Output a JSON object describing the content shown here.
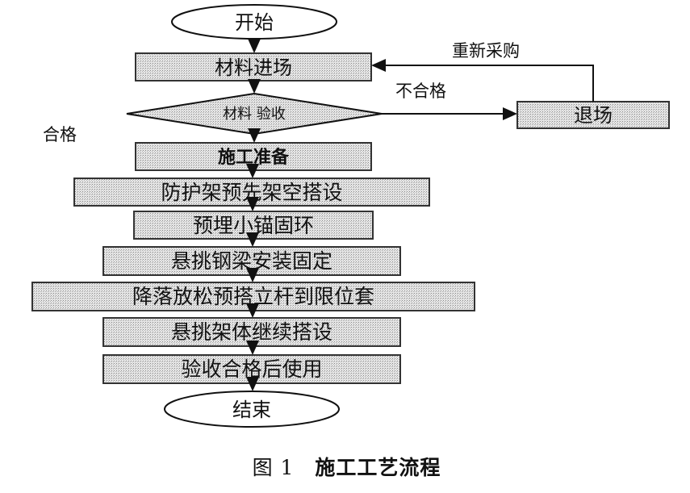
{
  "flowchart": {
    "start": "开始",
    "material_entry": "材料进场",
    "material_inspection": "材料 验收",
    "return": "退场",
    "prep": "施工准备",
    "step_scaffold_frame": "防护架预先架空搭设",
    "step_embed_ring": "预埋小锚固环",
    "step_steel_beam": "悬挑钢梁安装固定",
    "step_lower_loosen": "降落放松预搭立杆到限位套",
    "step_continue": "悬挑架体继续搭设",
    "step_use": "验收合格后使用",
    "end": "结束",
    "label_pass": "合格",
    "label_fail": "不合格",
    "label_repurchase": "重新采购"
  },
  "caption": {
    "figure_no": "图 1",
    "title": "施工工艺流程"
  }
}
